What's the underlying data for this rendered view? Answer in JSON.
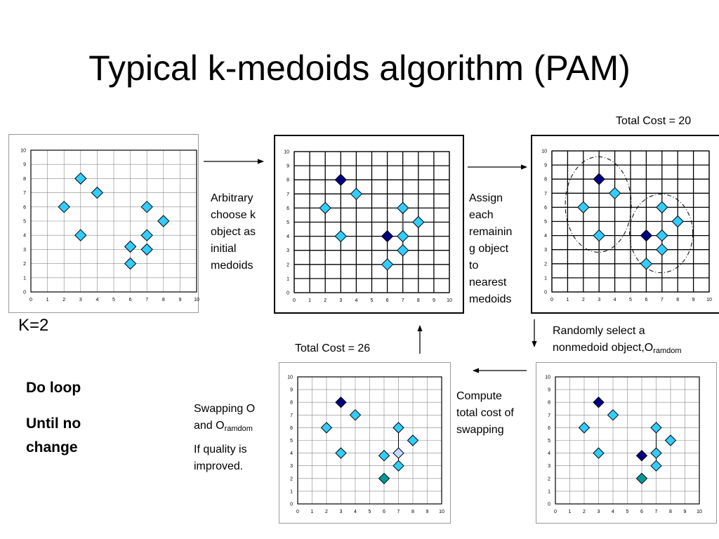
{
  "title": "Typical k-medoids algorithm (PAM)",
  "labels": {
    "total_cost_20": "Total Cost = 20",
    "total_cost_26": "Total Cost = 26",
    "k": "K=2",
    "arbitrary": [
      "Arbitrary",
      "choose k",
      "object as",
      "initial",
      "medoids"
    ],
    "assign": [
      "Assign",
      "each",
      "remainin",
      "g object",
      "to",
      "nearest",
      "medoids"
    ],
    "random_select_line1": "Randomly select a",
    "random_select_line2": "nonmedoid object,O",
    "random_select_sub": "ramdom",
    "compute": [
      "Compute",
      "total cost of",
      "swapping"
    ],
    "swapping_line1": "Swapping O",
    "swapping_line2": "and O",
    "swapping_sub": "ramdom",
    "quality": [
      "If quality is",
      "improved."
    ],
    "do_loop": "Do loop",
    "until": [
      "Until no",
      "change"
    ]
  },
  "colors": {
    "point": "#33ccff",
    "medoid": "#000080",
    "new_medoid": "#009999",
    "swapped_out": "#c0d8ff",
    "arrow": "#000000"
  },
  "chart_data": [
    {
      "type": "scatter",
      "panel": "initial-data",
      "xlim": [
        0,
        10
      ],
      "ylim": [
        0,
        10
      ],
      "ticks": [
        0,
        1,
        2,
        3,
        4,
        5,
        6,
        7,
        8,
        9,
        10
      ],
      "grid": true,
      "points": [
        [
          3,
          8
        ],
        [
          4,
          7
        ],
        [
          2,
          6
        ],
        [
          3,
          4
        ],
        [
          7,
          6
        ],
        [
          8,
          5
        ],
        [
          7,
          4
        ],
        [
          7,
          3
        ],
        [
          6,
          3.2
        ],
        [
          6,
          2
        ]
      ],
      "medoids": []
    },
    {
      "type": "scatter",
      "panel": "initial-medoids",
      "xlim": [
        0,
        10
      ],
      "ylim": [
        0,
        10
      ],
      "ticks": [
        0,
        1,
        2,
        3,
        4,
        5,
        6,
        7,
        8,
        9,
        10
      ],
      "grid": true,
      "points": [
        [
          4,
          7
        ],
        [
          2,
          6
        ],
        [
          3,
          4
        ],
        [
          7,
          6
        ],
        [
          8,
          5
        ],
        [
          7,
          4
        ],
        [
          7,
          3
        ],
        [
          6,
          2
        ]
      ],
      "medoids": [
        [
          3,
          8
        ],
        [
          6,
          4
        ]
      ]
    },
    {
      "type": "scatter",
      "panel": "assigned-clusters",
      "xlim": [
        0,
        10
      ],
      "ylim": [
        0,
        10
      ],
      "ticks": [
        0,
        1,
        2,
        3,
        4,
        5,
        6,
        7,
        8,
        9,
        10
      ],
      "grid": true,
      "points": [
        [
          4,
          7
        ],
        [
          2,
          6
        ],
        [
          3,
          4
        ],
        [
          7,
          6
        ],
        [
          8,
          5
        ],
        [
          7,
          4
        ],
        [
          7,
          3
        ],
        [
          6,
          2
        ]
      ],
      "medoids": [
        [
          3,
          8
        ],
        [
          6,
          4
        ]
      ]
    },
    {
      "type": "scatter",
      "panel": "random-nonmedoid",
      "xlim": [
        0,
        10
      ],
      "ylim": [
        0,
        10
      ],
      "ticks": [
        0,
        1,
        2,
        3,
        4,
        5,
        6,
        7,
        8,
        9,
        10
      ],
      "grid": true,
      "points": [
        [
          4,
          7
        ],
        [
          2,
          6
        ],
        [
          3,
          4
        ],
        [
          7,
          6
        ],
        [
          8,
          5
        ],
        [
          7,
          4
        ],
        [
          7,
          3
        ]
      ],
      "medoids": [
        [
          3,
          8
        ],
        [
          6,
          3.8
        ]
      ],
      "random": [
        [
          6,
          2
        ]
      ]
    },
    {
      "type": "scatter",
      "panel": "swapped",
      "xlim": [
        0,
        10
      ],
      "ylim": [
        0,
        10
      ],
      "ticks": [
        0,
        1,
        2,
        3,
        4,
        5,
        6,
        7,
        8,
        9,
        10
      ],
      "grid": true,
      "points": [
        [
          4,
          7
        ],
        [
          2,
          6
        ],
        [
          3,
          4
        ],
        [
          7,
          6
        ],
        [
          8,
          5
        ],
        [
          7,
          3
        ],
        [
          6,
          3.8
        ]
      ],
      "medoids": [
        [
          3,
          8
        ]
      ],
      "random": [
        [
          6,
          2
        ]
      ],
      "swapped_out": [
        [
          7,
          4
        ]
      ]
    }
  ]
}
